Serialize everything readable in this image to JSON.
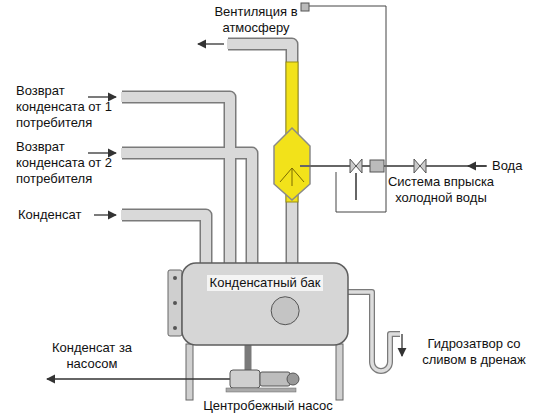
{
  "diagram": {
    "nodes": [
      {
        "text": [
          "Конденсатный бак"
        ]
      }
    ],
    "edges": [],
    "labels": [
      "Вентиляция в атмосферу",
      "Возврат конденсата от 1 потребителя",
      "Возврат конденсата от 2 потребителя",
      "Конденсат",
      "Вода",
      "Система впрыска холодной воды",
      "Гидрозатвор со сливом в дренаж",
      "Конденсат за насосом",
      "Центробежный насос"
    ]
  }
}
